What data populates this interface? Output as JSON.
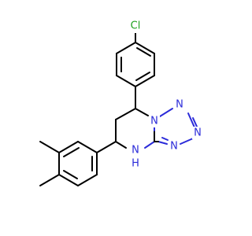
{
  "molecule": {
    "colors": {
      "bond": "#000000",
      "nitrogen": "#2b2bd9",
      "chlorine": "#1ea01e",
      "background": "#ffffff"
    },
    "atoms": {
      "cl": "Cl",
      "n1": "N",
      "n2": "N",
      "n3": "N",
      "n4": "N",
      "nh": "N",
      "h": "H"
    }
  }
}
